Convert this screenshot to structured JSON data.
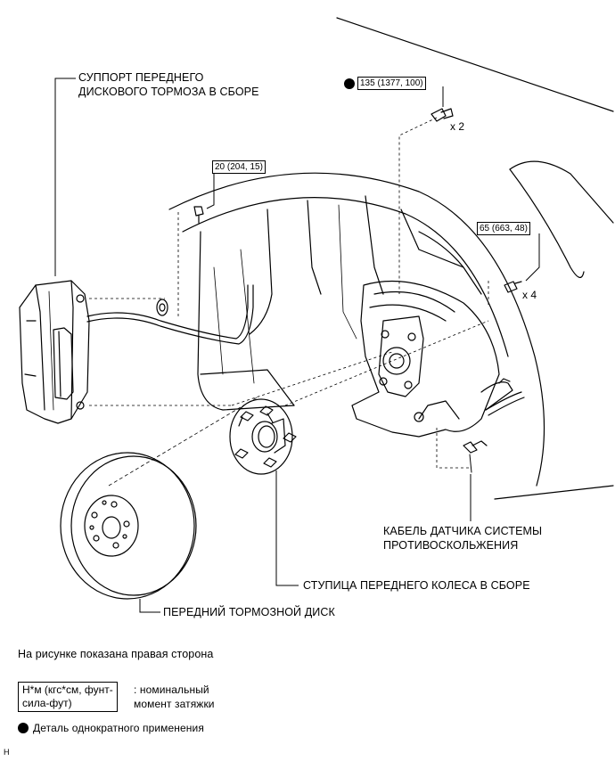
{
  "labels": {
    "caliper": [
      "СУППОРТ ПЕРЕДНЕГО",
      "ДИСКОВОГО ТОРМОЗА В СБОРЕ"
    ],
    "sensor_cable": [
      "КАБЕЛЬ ДАТЧИКА СИСТЕМЫ",
      "ПРОТИВОСКОЛЬЖЕНИЯ"
    ],
    "hub": "СТУПИЦА ПЕРЕДНЕГО КОЛЕСА В СБОРЕ",
    "disc": "ПЕРЕДНИЙ ТОРМОЗНОЙ ДИСК"
  },
  "torques": {
    "hose_bolt": "20 (204, 15)",
    "knuckle_bolt": "135 (1377, 100)",
    "hub_bolt": "65 (663, 48)"
  },
  "quantities": {
    "knuckle_bolt": "x 2",
    "hub_bolt": "x 4"
  },
  "notes": {
    "side": "На рисунке показана правая сторона",
    "legend_unit": [
      "Н*м (кгс*см, фунт-",
      "сила-фут)"
    ],
    "legend_unit_desc": [
      ": номинальный",
      "момент затяжки"
    ],
    "single_use": "Деталь однократного применения",
    "corner_mark": "H"
  }
}
